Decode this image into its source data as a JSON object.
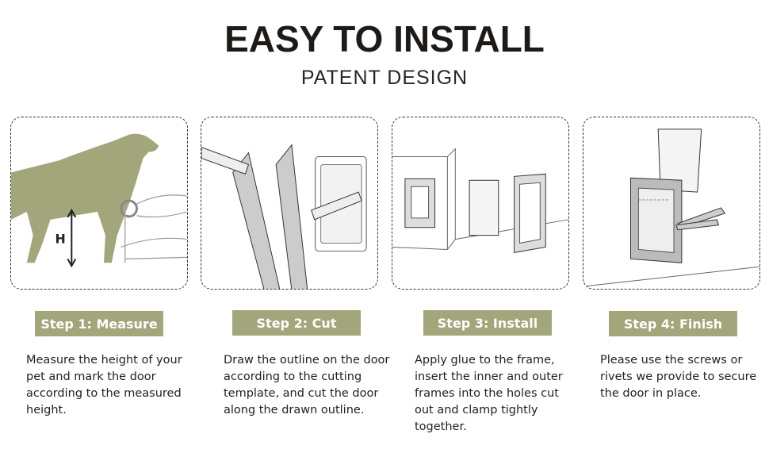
{
  "header": {
    "title": "EASY TO INSTALL",
    "subtitle": "PATENT DESIGN"
  },
  "steps": [
    {
      "label": "Step 1:  Measure",
      "text": "Measure the height of your pet and mark the door according to the measured height.",
      "marker": "H"
    },
    {
      "label": "Step 2:  Cut",
      "text": "Draw the outline on the door according to the cutting template, and cut the door along the drawn outline."
    },
    {
      "label": "Step 3:  Install",
      "text": "Apply glue to the frame, insert the inner and outer frames into the holes cut out and clamp tightly together."
    },
    {
      "label": "Step 4:  Finish",
      "text": "Please use the screws or rivets we provide to secure the door in place."
    }
  ],
  "colors": {
    "accent": "#a3a57a",
    "title": "#1e1a17"
  }
}
